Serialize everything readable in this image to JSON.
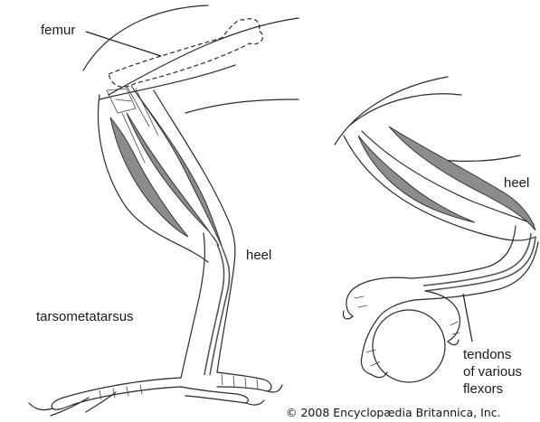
{
  "labels": {
    "femur": "femur",
    "heel_left": "heel",
    "tarsometatarsus": "tarsometatarsus",
    "heel_right": "heel",
    "tendons_line1": "tendons",
    "tendons_line2": "of various",
    "tendons_line3": "flexors"
  },
  "credit": "© 2008 Encyclopædia Britannica, Inc.",
  "colors": {
    "line": "#2a2a2a",
    "muscle": "#8c8c8c",
    "background": "#ffffff"
  }
}
